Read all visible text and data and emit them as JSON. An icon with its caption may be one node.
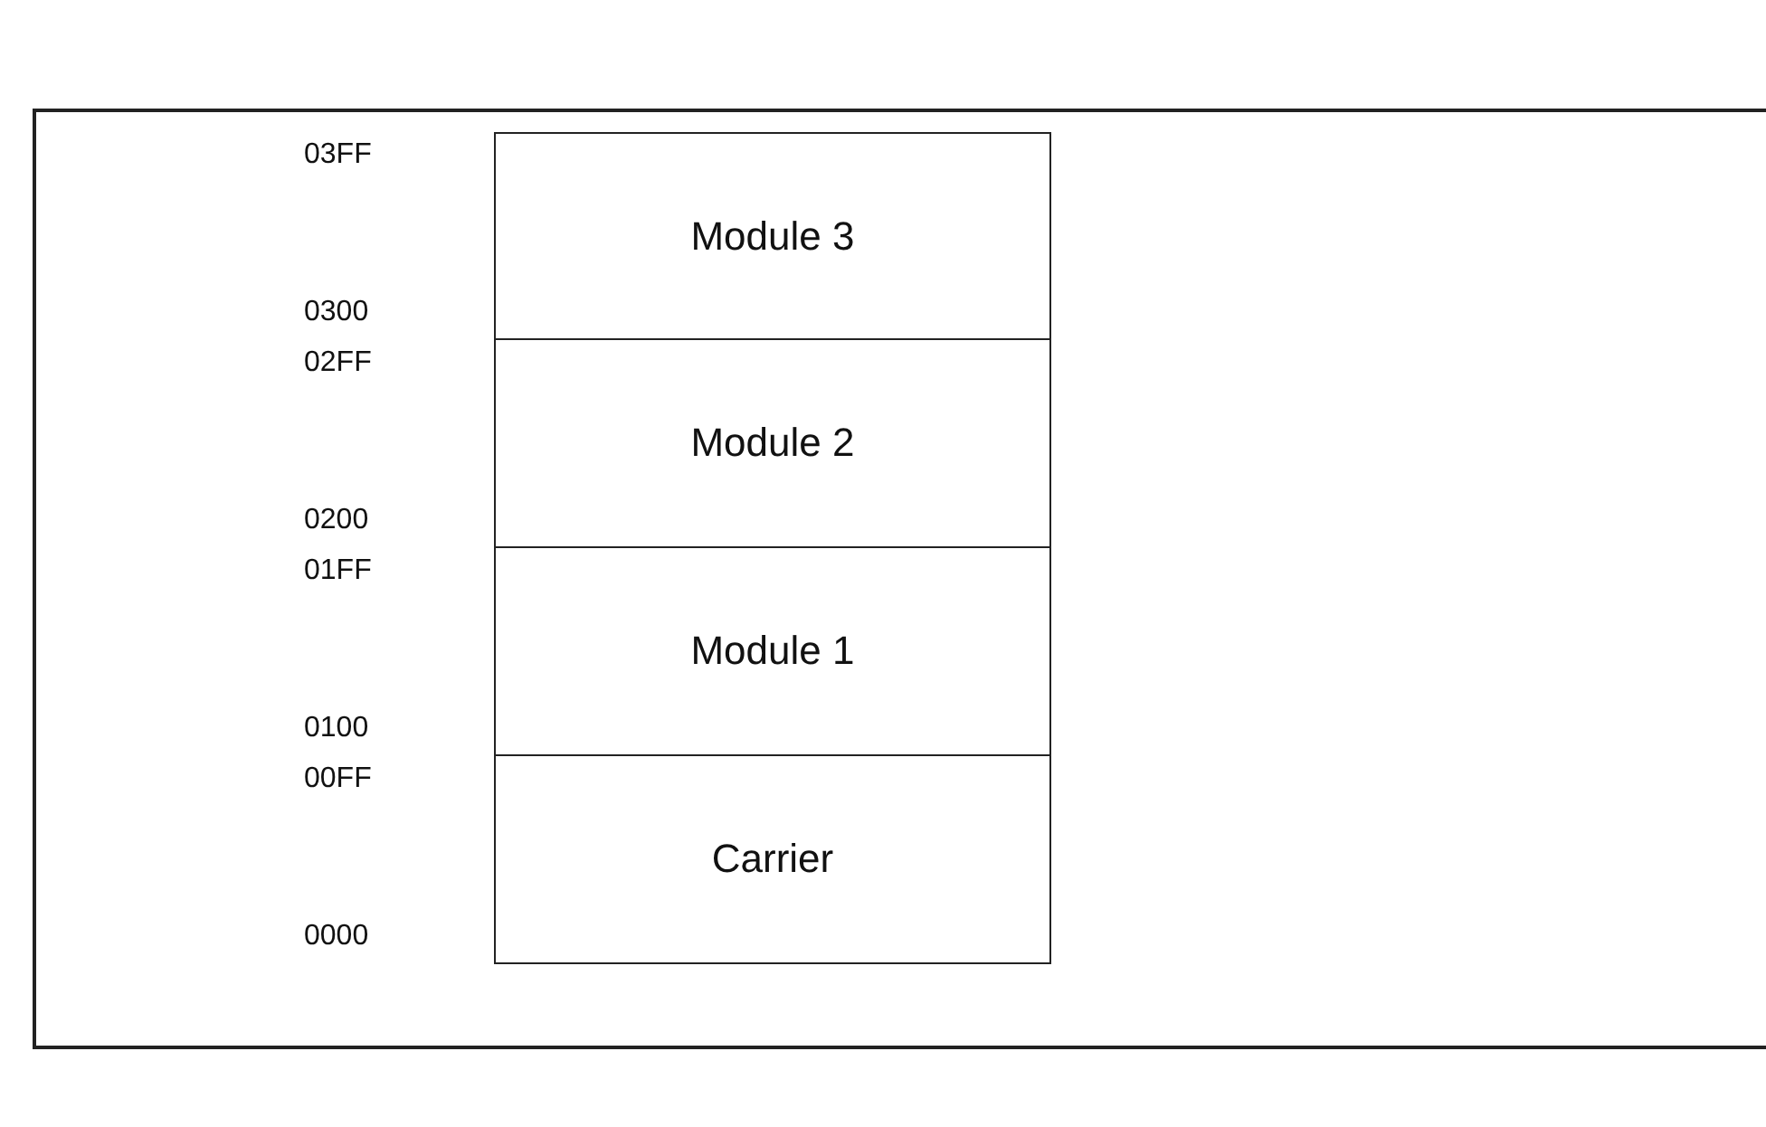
{
  "diagram": {
    "nodes": [
      {
        "text": [
          "Module 3"
        ]
      },
      {
        "text": [
          "Module 2"
        ]
      },
      {
        "text": [
          "Module 1"
        ]
      },
      {
        "text": [
          "Carrier"
        ]
      }
    ],
    "labels": [
      "03FF",
      "0300",
      "02FF",
      "0200",
      "01FF",
      "0100",
      "00FF",
      "0000"
    ]
  }
}
